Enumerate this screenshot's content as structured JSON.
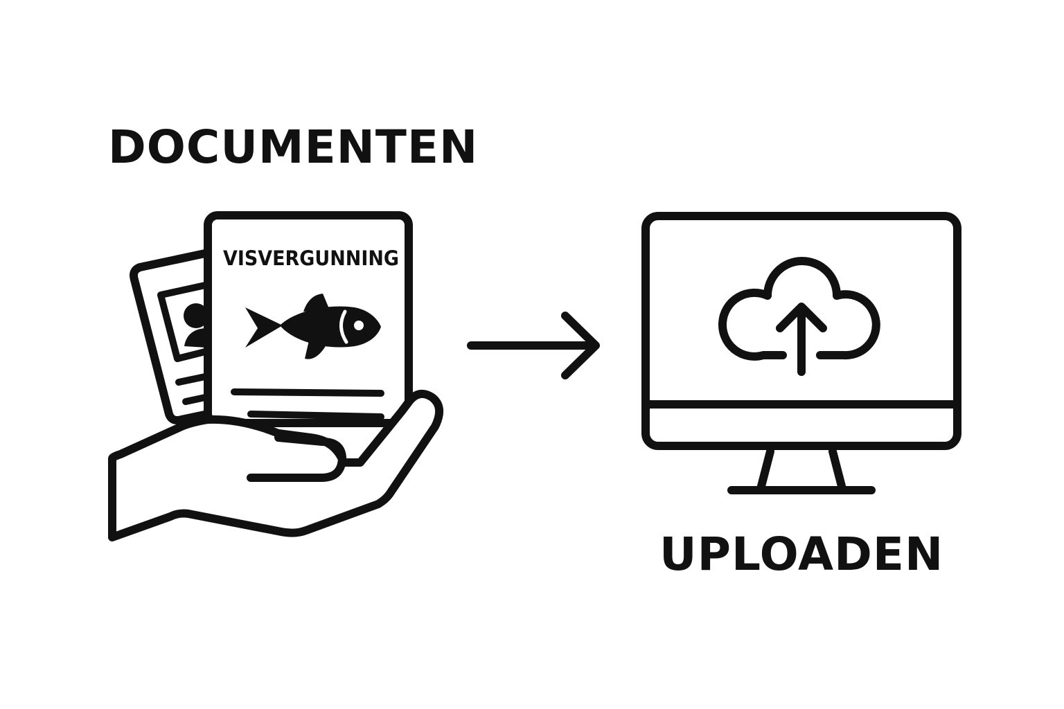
{
  "diagram": {
    "source_label": "DOCUMENTEN",
    "target_label": "UPLOADEN",
    "document_title": "VISVERGUNNING"
  },
  "icons": {
    "documents": "hand-holding-documents-icon",
    "license": "fishing-license-icon",
    "id_card": "id-card-icon",
    "fish": "fish-icon",
    "arrow": "arrow-right-icon",
    "monitor": "desktop-monitor-icon",
    "cloud_upload": "cloud-upload-icon"
  },
  "colors": {
    "ink": "#111111",
    "background": "#ffffff"
  }
}
